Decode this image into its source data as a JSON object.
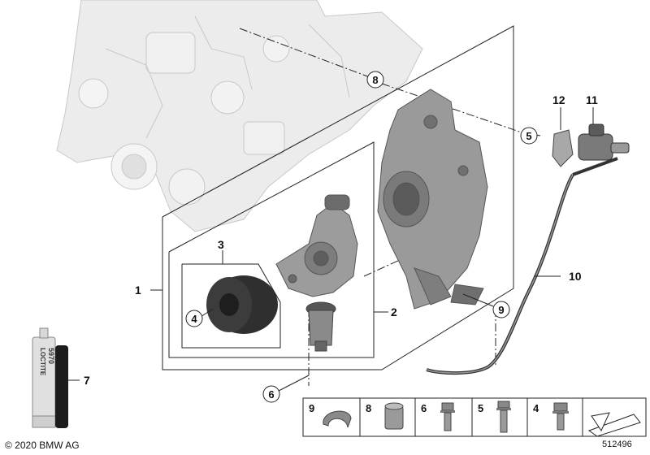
{
  "callouts": {
    "c1": "1",
    "c2": "2",
    "c3": "3",
    "c4": "4",
    "c5": "5",
    "c6": "6",
    "c7": "7",
    "c8": "8",
    "c9": "9",
    "c10": "10",
    "c11": "11",
    "c12": "12"
  },
  "tube_label": {
    "line1": "LOCTITE",
    "line2": "5970"
  },
  "legend": [
    {
      "num": "9",
      "icon": "hose-clamp-icon"
    },
    {
      "num": "8",
      "icon": "dowel-sleeve-icon"
    },
    {
      "num": "6",
      "icon": "flange-bolt-icon"
    },
    {
      "num": "5",
      "icon": "flange-bolt-long-icon"
    },
    {
      "num": "4",
      "icon": "hex-bolt-icon"
    },
    {
      "num": "",
      "icon": "direction-arrow-icon"
    }
  ],
  "footer": {
    "copyright": "© 2020 BMW AG",
    "diagram_id": "512496"
  },
  "colors": {
    "engine_block": "#e9e9e9",
    "parts": "#8c8c8c",
    "dark": "#2a2a2a"
  }
}
